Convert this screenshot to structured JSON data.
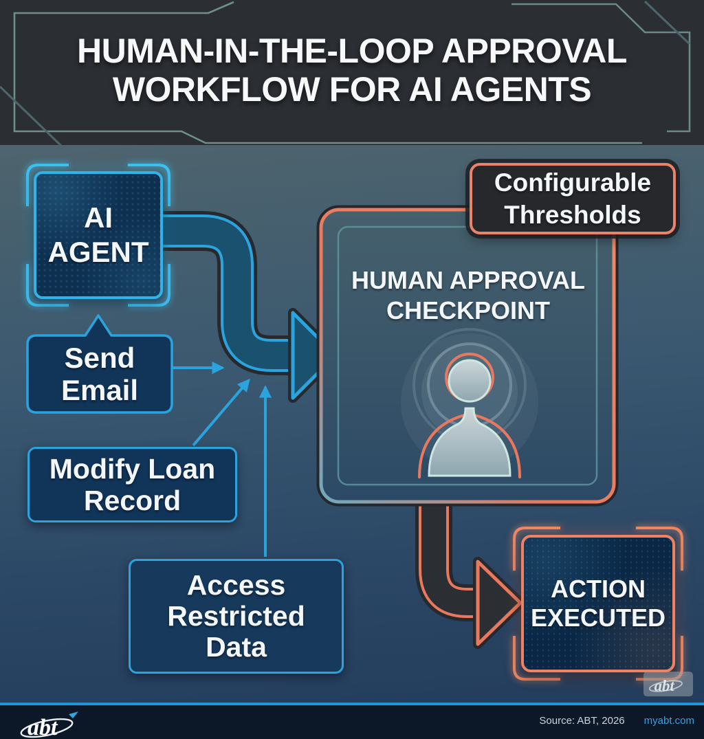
{
  "header": {
    "title_line1": "HUMAN-IN-THE-LOOP APPROVAL",
    "title_line2": "WORKFLOW FOR AI AGENTS"
  },
  "nodes": {
    "ai_agent": {
      "line1": "AI",
      "line2": "AGENT"
    },
    "send_email": {
      "line1": "Send",
      "line2": "Email"
    },
    "modify_loan": {
      "line1": "Modify Loan",
      "line2": "Record"
    },
    "access_data": {
      "line1": "Access",
      "line2": "Restricted",
      "line3": "Data"
    },
    "checkpoint": {
      "line1": "HUMAN APPROVAL",
      "line2": "CHECKPOINT"
    },
    "config": {
      "line1": "Configurable",
      "line2": "Thresholds"
    },
    "action": {
      "line1": "ACTION",
      "line2": "EXECUTED"
    }
  },
  "watermark": {
    "text": "abt"
  },
  "footer": {
    "logo_text": "abt",
    "source_text": "Source: ABT, 2026",
    "link_text": "myabt.com"
  },
  "colors": {
    "cyan": "#2ba4de",
    "orange": "#e8795f",
    "node_fill": "#113459",
    "charcoal": "#2b2e33",
    "link_blue": "#3da0e0"
  }
}
